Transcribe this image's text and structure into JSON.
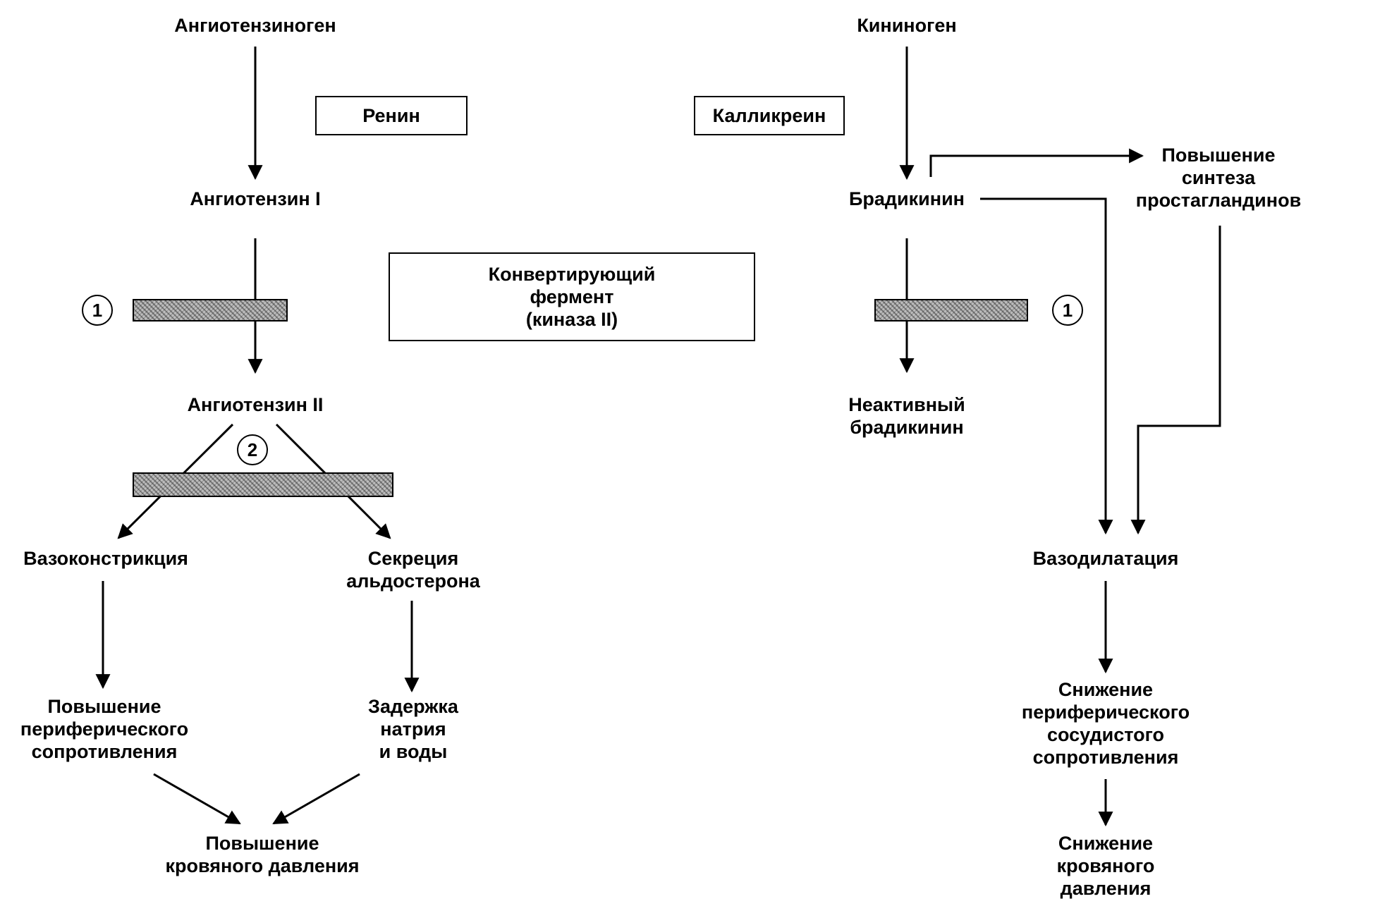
{
  "left": {
    "angiotensinogen": "Ангиотензиноген",
    "renin": "Ренин",
    "angiotensin1": "Ангиотензин I",
    "angiotensin2": "Ангиотензин II",
    "vasoconstriction": "Вазоконстрикция",
    "aldosterone": "Секреция\nальдостерона",
    "peripheral_resistance": "Повышение\nпериферического\nсопротивления",
    "sodium_water": "Задержка\nнатрия\nи воды",
    "bp_increase": "Повышение\nкровяного давления"
  },
  "center": {
    "converting_enzyme": "Конвертирующий\nфермент\n(киназа II)"
  },
  "right": {
    "kininogen": "Кининоген",
    "kallikrein": "Калликреин",
    "bradykinin": "Брадикинин",
    "prostaglandins": "Повышение\nсинтеза\nпростагландинов",
    "inactive_bradykinin": "Неактивный\nбрадикинин",
    "vasodilation": "Вазодилатация",
    "peripheral_vascular_resistance": "Снижение\nпериферического\nсосудистого\nсопротивления",
    "bp_decrease": "Снижение\nкровяного\nдавления"
  },
  "markers": {
    "inhibitor1": "1",
    "inhibitor2": "2"
  }
}
